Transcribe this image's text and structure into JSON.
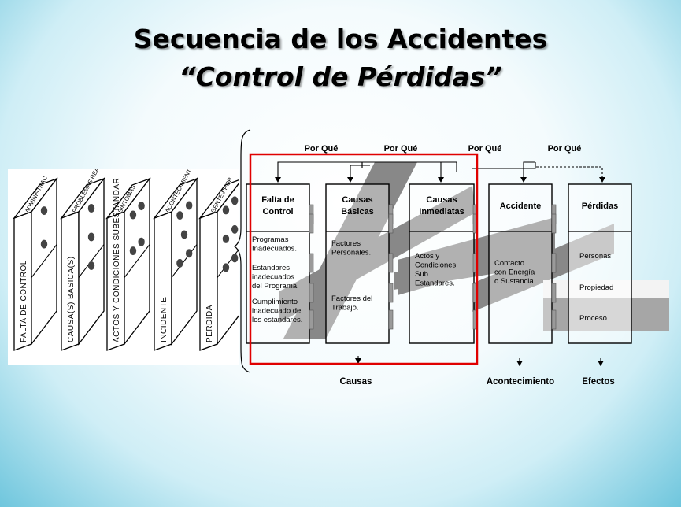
{
  "title": {
    "line1": "Secuencia de los Accidentes",
    "line2": "“Control de Pérdidas”"
  },
  "dominoes": [
    {
      "front": "FALTA DE CONTROL",
      "top": "ADMINISTRAC",
      "dots": 2
    },
    {
      "front": "CAUSA(S) BASICA(S)",
      "top": "PROBLEMAS REALES",
      "dots": 3
    },
    {
      "front": "ACTOS Y CONDICIONES SUBESTANDAR",
      "top": "SINTOMAS",
      "dots": 4
    },
    {
      "front": "INCIDENTE",
      "top": "ACONTECIMIENTO (CONTACTO)",
      "dots": 5
    },
    {
      "front": "PERDIDA",
      "top": "GENTE-PROP",
      "dots": 6
    }
  ],
  "por_que": [
    "Por Qué",
    "Por Qué",
    "Por Qué",
    "Por Qué"
  ],
  "boxes": [
    {
      "header": [
        "Falta de",
        "Control"
      ],
      "items": [
        [
          "Programas",
          "Inadecuados."
        ],
        [
          "Estandares",
          "inadecuados",
          "del Programa."
        ],
        [
          "Cumplimiento",
          "inadecuado de",
          "los estandares."
        ]
      ]
    },
    {
      "header": [
        "Causas",
        "Básicas"
      ],
      "items": [
        [
          "Factores",
          "Personales."
        ],
        [
          "Factores del",
          "Trabajo."
        ]
      ]
    },
    {
      "header": [
        "Causas",
        "Inmediatas"
      ],
      "items": [
        [
          "Actos y",
          "Condiciones",
          "Sub",
          "Estandares."
        ]
      ]
    },
    {
      "header": [
        "Accidente"
      ],
      "items": [
        [
          "Contacto",
          "con Energía",
          "o Sustancia."
        ]
      ]
    },
    {
      "header": [
        "Pérdidas"
      ],
      "items": [
        [
          "Personas"
        ],
        [
          "Propiedad"
        ],
        [
          "Proceso"
        ]
      ]
    }
  ],
  "bottom_labels": {
    "causas": "Causas",
    "acontecimiento": "Acontecimiento",
    "efectos": "Efectos"
  }
}
